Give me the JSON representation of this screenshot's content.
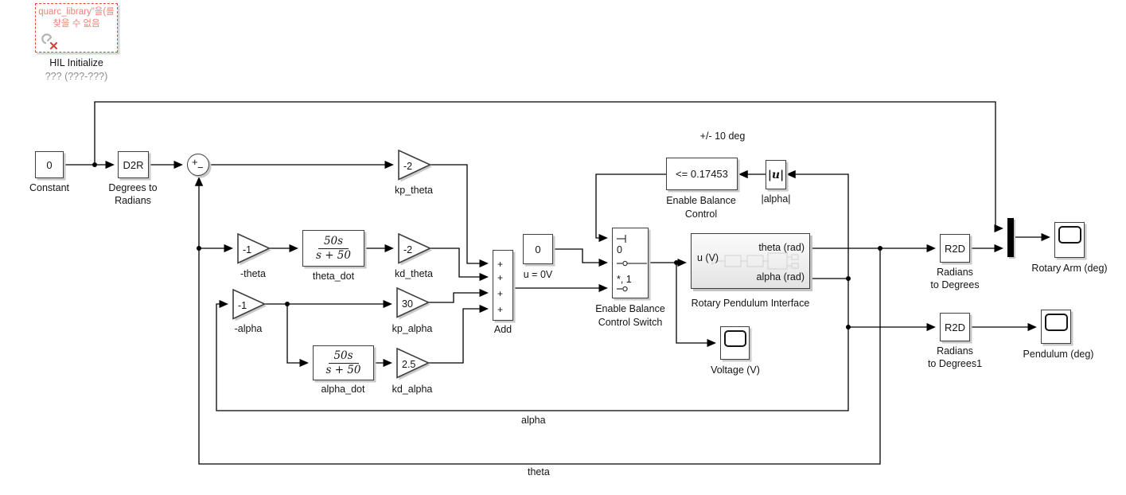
{
  "colors": {
    "wire": "#000000",
    "block_border": "#3f3f3f",
    "shadow": "#c9c9c9",
    "error_border": "#e5483d",
    "error_text": "#ef8177",
    "muted_label": "#8d8d8d"
  },
  "error_block": {
    "line1": "quarc_library\"을(를",
    "line2": "찾을 수 없음",
    "label": "HIL Initialize",
    "sublabel": "??? (???-???)"
  },
  "blocks": {
    "constant": {
      "value": "0",
      "label": "Constant"
    },
    "d2r": {
      "value": "D2R",
      "label1": "Degrees to",
      "label2": "Radians"
    },
    "sum": {
      "plus": "+",
      "minus": "−"
    },
    "kp_theta": {
      "value": "-2",
      "label": "kp_theta"
    },
    "neg_theta": {
      "value": "-1",
      "label": "-theta"
    },
    "theta_dot": {
      "num": "50s",
      "den": "s + 50",
      "label": "theta_dot"
    },
    "kd_theta": {
      "value": "-2",
      "label": "kd_theta"
    },
    "neg_alpha": {
      "value": "-1",
      "label": "-alpha"
    },
    "kp_alpha": {
      "value": "30",
      "label": "kp_alpha"
    },
    "alpha_dot": {
      "num": "50s",
      "den": "s + 50",
      "label": "alpha_dot"
    },
    "kd_alpha": {
      "value": "2.5",
      "label": "kd_alpha"
    },
    "add": {
      "plus": "+",
      "label": "Add"
    },
    "u0": {
      "value": "0",
      "label": "u = 0V"
    },
    "switch": {
      "in1": "0",
      "in2": "*, 1",
      "label1": "Enable Balance",
      "label2": "Control Switch"
    },
    "compare": {
      "value": "<= 0.17453",
      "label1": "Enable Balance",
      "label2": "Control"
    },
    "abs": {
      "value": "|u|",
      "label": "|alpha|"
    },
    "interface": {
      "port_in": "u (V)",
      "port_out1": "theta (rad)",
      "port_out2": "alpha (rad)",
      "label": "Rotary Pendulum Interface"
    },
    "scope_voltage": {
      "label": "Voltage (V)"
    },
    "r2d_a": {
      "value": "R2D",
      "label1": "Radians",
      "label2": "to Degrees"
    },
    "r2d_b": {
      "value": "R2D",
      "label1": "Radians",
      "label2": "to Degrees1"
    },
    "scope_rotary": {
      "label": "Rotary Arm (deg)"
    },
    "scope_pendulum": {
      "label": "Pendulum (deg)"
    }
  },
  "annotations": {
    "deg_limit": "+/- 10 deg",
    "signal_alpha": "alpha",
    "signal_theta": "theta"
  }
}
